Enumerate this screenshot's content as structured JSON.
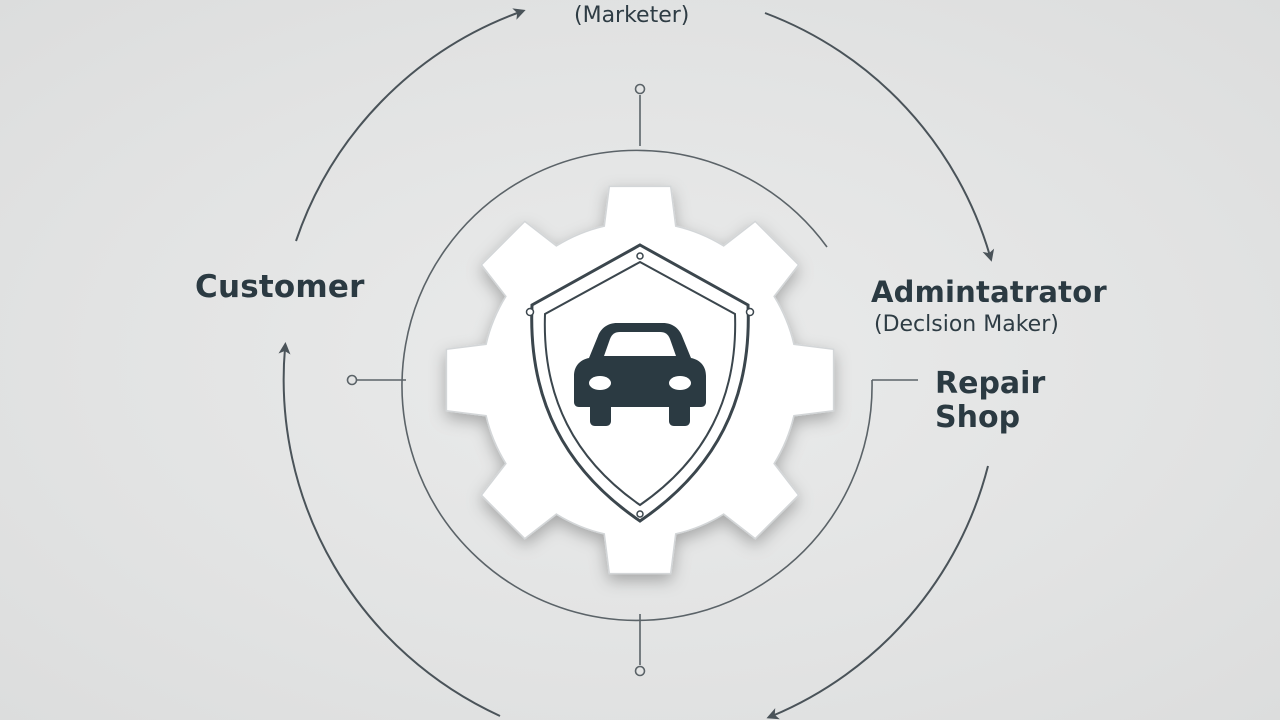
{
  "labels": {
    "top_role": "(Marketer)",
    "left_role": "Customer",
    "right_role_title": "Admintatrator",
    "right_role_sub": "(Declsion Maker)",
    "right_lower_role": "Repair\nShop"
  },
  "icons": {
    "center_gear": "gear-icon",
    "center_shield": "shield-icon",
    "center_car": "car-icon"
  },
  "colors": {
    "background": "#e4e5e5",
    "line": "#4a5359",
    "icon_dark": "#2b3a42",
    "gear_fill": "#ffffff"
  }
}
